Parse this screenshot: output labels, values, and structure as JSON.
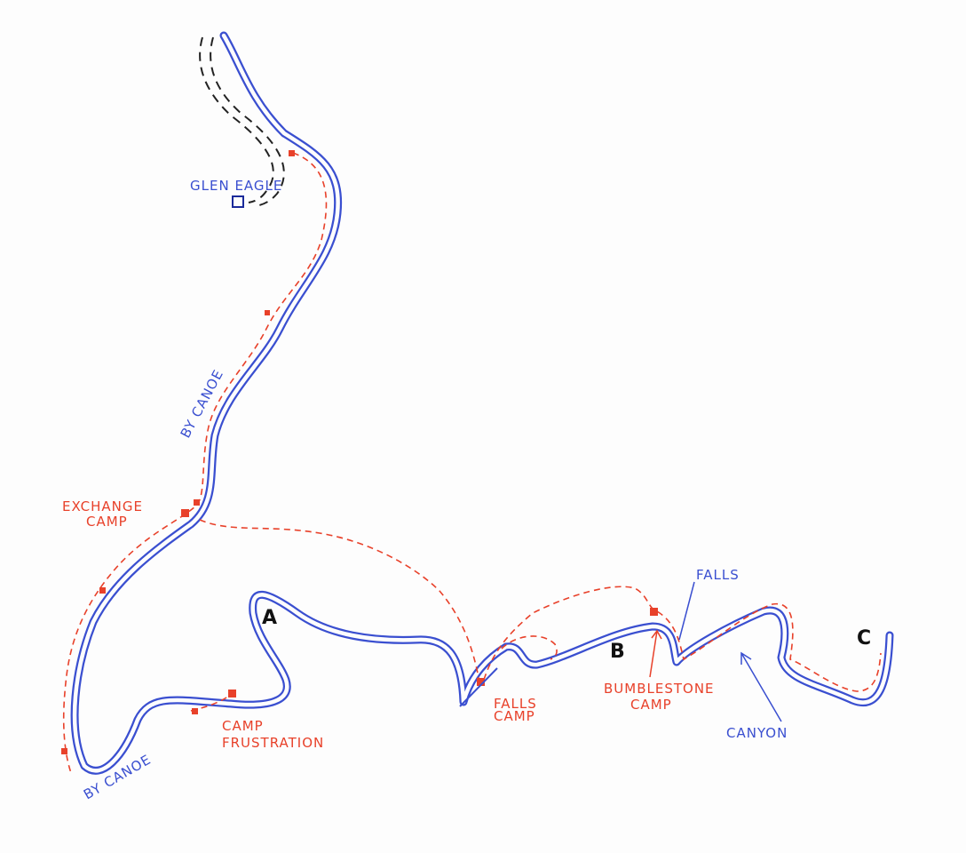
{
  "colors": {
    "river": "#3a4fd0",
    "route": "#e8412a",
    "road": "#222222",
    "background": "#fdfdfd"
  },
  "labels": {
    "glen_eagle": "GLEN EAGLE",
    "by_canoe_upper": "BY CANOE",
    "exchange_camp_1": "EXCHANGE",
    "exchange_camp_2": "CAMP",
    "point_a": "A",
    "camp_frustration_1": "CAMP",
    "camp_frustration_2": "FRUSTRATION",
    "by_canoe_lower": "BY CANOE",
    "falls_camp_1": "FALLS",
    "falls_camp_2": "CAMP",
    "point_b": "B",
    "bumblestone_camp_1": "BUMBLESTONE",
    "bumblestone_camp_2": "CAMP",
    "falls": "FALLS",
    "canyon": "CANYON",
    "point_c": "C"
  }
}
